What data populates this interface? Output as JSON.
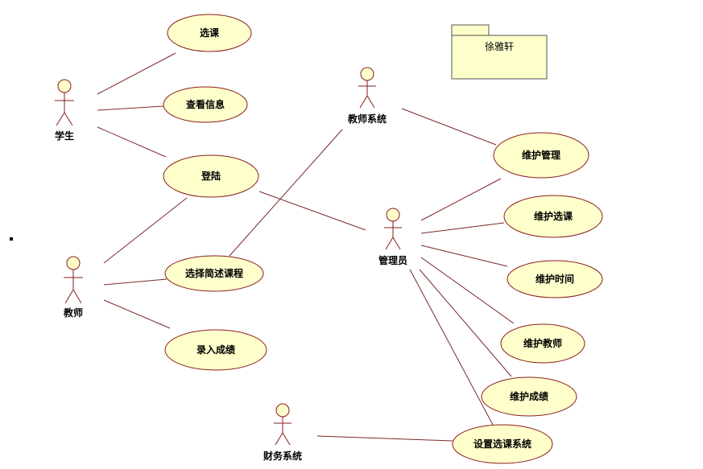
{
  "colors": {
    "fill": "#ffffcc",
    "stroke": "#8a1c1c",
    "line": "#7a2a2a",
    "text": "#000000"
  },
  "package": {
    "label": "徐雅轩"
  },
  "actors": {
    "student": "学生",
    "teacher": "教师",
    "teacher_system": "教师系统",
    "admin": "管理员",
    "finance_system": "财务系统"
  },
  "use_cases": {
    "select_course": "选课",
    "view_info": "查看信息",
    "login": "登陆",
    "choose_brief_course": "选择简述课程",
    "enter_grades": "录入成绩",
    "maintain_management": "维护管理",
    "maintain_selection": "维护选课",
    "maintain_time": "维护时间",
    "maintain_teacher": "维护教师",
    "maintain_grades": "维护成绩",
    "setup_selection_system": "设置选课系统"
  }
}
